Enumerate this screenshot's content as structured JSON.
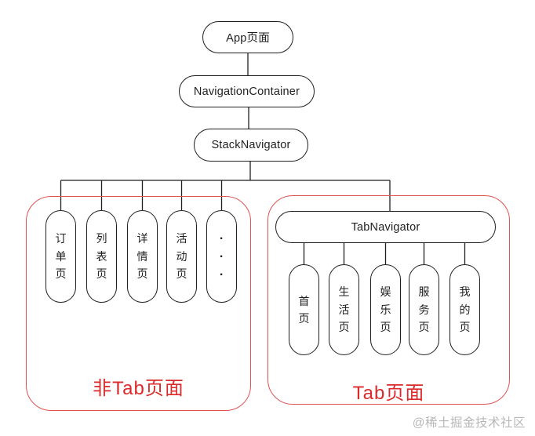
{
  "diagram": {
    "nodes": {
      "app": "App页面",
      "navigation_container": "NavigationContainer",
      "stack_navigator": "StackNavigator",
      "tab_navigator": "TabNavigator"
    },
    "non_tab_group": {
      "label": "非Tab页面",
      "pages": [
        "订单页",
        "列表页",
        "详情页",
        "活动页",
        "···"
      ]
    },
    "tab_group": {
      "label": "Tab页面",
      "pages": [
        "首页",
        "生活页",
        "娱乐页",
        "服务页",
        "我的页"
      ]
    },
    "watermark": "@稀土掘金技术社区",
    "colors": {
      "line": "#1f1f1f",
      "group_border": "#e05253",
      "group_label": "#dc2a2b",
      "watermark": "#b8b8b8",
      "background": "#ffffff"
    }
  }
}
